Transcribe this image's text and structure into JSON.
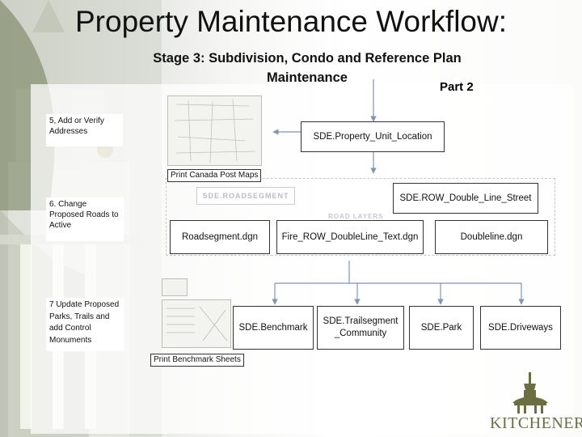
{
  "title": "Property Maintenance Workflow:",
  "subtitle": "Stage 3: Subdivision, Condo and Reference Plan Maintenance",
  "part": "Part 2",
  "steps": {
    "s5": "5, Add or Verify Addresses",
    "s6": "6. Change Proposed Roads to Active",
    "s7": "7 Update Proposed Parks, Trails and add Control Monuments"
  },
  "captions": {
    "canada_post": "Print Canada Post Maps",
    "benchmark_sheets": "Print Benchmark Sheets"
  },
  "nodes": {
    "property_unit": "SDE.Property_Unit_Location",
    "row_double": "SDE.ROW_Double_Line_Street",
    "roadsegment_dgn": "Roadsegment.dgn",
    "fire_row": "Fire_ROW_DoubleLine_Text.dgn",
    "doubleline_dgn": "Doubleline.dgn",
    "benchmark": "SDE.Benchmark",
    "trailsegment": "SDE.Trailsegment _Community",
    "park": "SDE.Park",
    "driveways": "SDE.Driveways"
  },
  "background_labels": {
    "road_layers": "ROAD LAYERS",
    "sde_roadsegment": "SDE.ROADSEGMENT"
  },
  "logo": {
    "text": "KITCHENER",
    "color": "#6a6e40"
  }
}
